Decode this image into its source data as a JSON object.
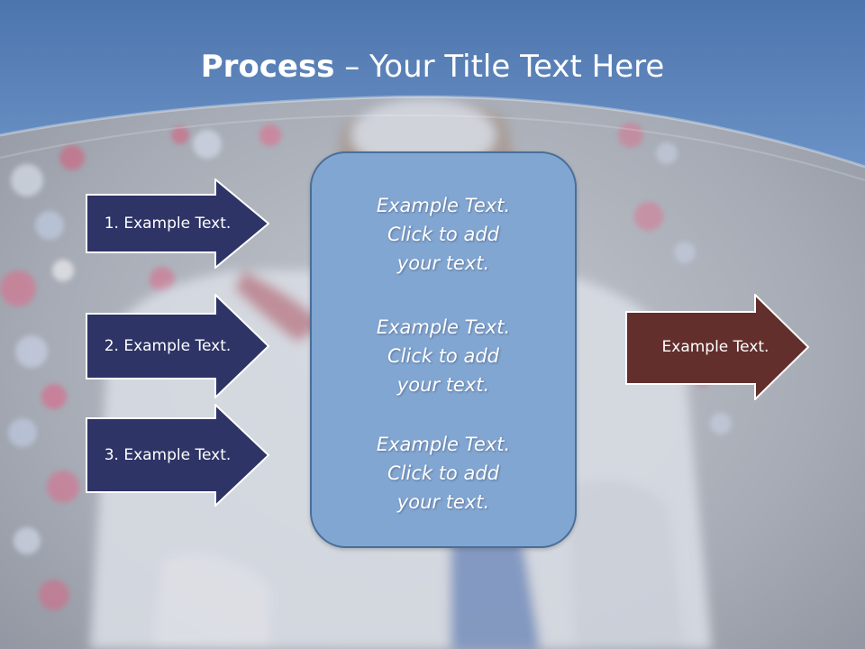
{
  "slide": {
    "title_bold": "Process",
    "title_rest": " – Your Title Text Here"
  },
  "colors": {
    "header_blue": "#5b84bd",
    "arrow_navy": "#2e3466",
    "arrow_maroon": "#622f2d",
    "box_blue": "#82a6d2",
    "text_white": "#ffffff"
  },
  "left_arrows": [
    {
      "label": "1. Example Text."
    },
    {
      "label": "2. Example Text."
    },
    {
      "label": "3. Example Text."
    }
  ],
  "center_box": {
    "blocks": [
      {
        "lines": [
          "Example Text.",
          "Click  to add",
          "your text."
        ]
      },
      {
        "lines": [
          "Example Text.",
          "Click  to add",
          "your text."
        ]
      },
      {
        "lines": [
          "Example Text.",
          "Click  to add",
          "your text."
        ]
      }
    ]
  },
  "right_arrow": {
    "label": "Example Text."
  }
}
